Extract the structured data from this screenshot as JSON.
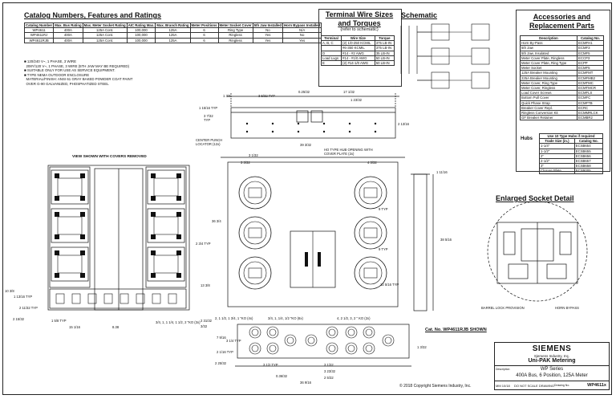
{
  "catalog": {
    "title": "Catalog Numbers, Features and Ratings",
    "headers": [
      "Catalog Number",
      "Max. Bus Rating",
      "Max. Meter Socket Rating",
      "AIC Rating Max.",
      "Max. Branch Rating",
      "Meter Positions",
      "Meter Socket Cover",
      "5th Jaw Installed",
      "Horn Bypass Installed"
    ],
    "rows": [
      [
        "WP4611",
        "400A",
        "125A Cont.",
        "100,000",
        "125A",
        "6",
        "Ring Type",
        "No",
        "N/A"
      ],
      [
        "WP4611RJ",
        "400A",
        "125A Cont.",
        "100,000",
        "125A",
        "6",
        "Ringless",
        "Yes",
        "No"
      ],
      [
        "WP4611RJB",
        "400A",
        "125A Cont.",
        "100,000",
        "125A",
        "6",
        "Ringless",
        "Yes",
        "Yes"
      ]
    ],
    "notes": [
      "■ 120/240 V~, 1 PHASE, 3 WIRE",
      "  208Y/120 V~, 1 PHASE, 3 WIRE (5TH JAW MAY BE REQUIRED)",
      "■ SUITABLE ONLY FOR USE AS SERVICE EQUIPMENT.",
      "■ TYPE NEMA OUTDOOR ENCLOSURE",
      "  MATERIAL/FINISH: ANSI 61 GRAY BAKED POWDER COAT PAINT",
      "  OVER G-90 GALVANIZED, PHOSPHATIZED STEEL"
    ]
  },
  "terminal": {
    "title": "Terminal Wire Sizes and Torques",
    "subtitle": "(refer to schematic)",
    "headers": [
      "Terminal",
      "Wire Size",
      "Torque"
    ],
    "rows": [
      [
        "A, B, C",
        "(2) 1/0-250 KCMIL",
        "375 LB-IN"
      ],
      [
        "",
        "#6-350 KCMIL",
        "375 LB-IN"
      ],
      [
        "D",
        "#14 - #2 AWG",
        "35 LB-IN"
      ],
      [
        "Load Lugs",
        "#14 - #1/0 AWG",
        "50 LB-IN"
      ],
      [
        "E",
        "(2) #14-1/0 AWG",
        "50 LB-IN"
      ]
    ]
  },
  "schematic": {
    "title": "Schematic"
  },
  "parts": {
    "title": "Accessories and Replacement Parts",
    "headers": [
      "Description",
      "Catalog No."
    ],
    "rows": [
      [
        "Horn By-Pass",
        "ECMFH1"
      ],
      [
        "5th Jaw",
        "ECMF3"
      ],
      [
        "5th Jaw, Insulated",
        "ECMF5"
      ],
      [
        "Meter Cover Plate, Ringless",
        "ECCP3"
      ],
      [
        "Meter Cover Plate, Ring Type",
        "ECPP"
      ],
      [
        "Meter Socket",
        "ECMF5"
      ],
      [
        "125A Breaker Mounting",
        "ECMFMT"
      ],
      [
        "225A Breaker Mounting",
        "ECMFMB2"
      ],
      [
        "Meter Cover, Ring Type",
        "ECMTMC"
      ],
      [
        "Meter Cover, Ringless",
        "ECMTMCR"
      ],
      [
        "Load Cover Screws",
        "ECMFLS"
      ],
      [
        "Bottom Pull Cover",
        "ECMFC"
      ],
      [
        "Quick Phase Strap",
        "ECMFTB"
      ],
      [
        "Breaker Cover Repl.",
        "ECRC"
      ],
      [
        "Ringless Conversion Kit",
        "ECMMRLCK"
      ],
      [
        "GF Breaker Retainer",
        "ECMBR2"
      ]
    ],
    "hubs_label": "Hubs",
    "hubs_header": [
      "Use 10 Type Hubs if required",
      "Trade Size (in.)",
      "Catalog No."
    ],
    "hubs_rows": [
      [
        "1-1/4\"",
        "ECSB654"
      ],
      [
        "1-1/2\"",
        "ECSB655"
      ],
      [
        "2\"",
        "ECSB656"
      ],
      [
        "2-1/2\"",
        "ECSB657"
      ],
      [
        "3\"",
        "ECSB658"
      ],
      [
        "Closure Plate",
        "ECSB005"
      ]
    ]
  },
  "labels": {
    "view_removed": "VIEW SHOWN WITH COVERS REMOVED",
    "center_punch": "CENTER PUNCH LOCATOR (12x)",
    "ho_hub": "HO TYPE HUB OPENING WITH COVER PLATE (2x)",
    "enlarged": "Enlarged Socket Detail",
    "barrel_lock": "BARREL LOCK PROVISION",
    "horn_bypass": "HORN BYPASS",
    "cat_shown": "Cat. No. WP4611RJB SHOWN",
    "copyright": "© 2018 Copyright Siemens Industry, Inc."
  },
  "dims": {
    "d1": "1 3/4",
    "d2": "3 5/32 TYP",
    "d3": "0.25/32",
    "d4": "17 1/32",
    "d5": "1 23/32",
    "d6": "1 15/16 TYP",
    "d7": "3 7/32 TYP",
    "d8": "2 13/16",
    "d9": "39 3/32",
    "d10": "3 1/32",
    "d11": "3 3/32",
    "d12": "4 3/32",
    "d13": "1 11/16",
    "d14": "36 3/4",
    "d15": "2 3/4 TYP",
    "d16": "9 TYP",
    "d17": "9 TYP",
    "d18": "12 5/16 TYP",
    "d19": "38 5/16",
    "d20": "10 3/8",
    "d21": "13 3/8",
    "d22": "1 13/16 TYP",
    "d23": "2 11/32 TYP",
    "d24": "2 15/32",
    "d25": "1 5/8 TYP",
    "d26": "15 1/16",
    "d27": "8.38",
    "d28": "2 31/32",
    "d29": "3/32",
    "d30": "3/4, 1, 1 1/4, 1 1/2, 2 \"KO (3x)",
    "d31": "3/4, 1, 1/4, 1/2 \"KO (6x)",
    "d32": "4, 2 1/2, 3, 2 \" KO (2x)",
    "d33": "2, 1 1/2, 1 3/4, 1 \"KO (4x)",
    "d34": "7 9/16",
    "d35": "3 1/4 TYP",
    "d36": "2 1/16 TYP",
    "d37": "2 25/32",
    "d38": "3 1/2 TYP",
    "d39": "3 1/32",
    "d40": "3 23/32",
    "d41": "0.36/32",
    "d42": "2 5/32",
    "d43": "36 9/16",
    "d44": "1 3/32"
  },
  "title_block": {
    "brand": "SIEMENS",
    "company": "Siemens Industry, Inc.",
    "product": "Uni-PAK Metering",
    "desc_label": "Description",
    "series": "WP Series",
    "description": "400A Bus, 6 Position, 125A Meter",
    "date": "MM 10/18",
    "scale": "DO NOT SCALE DRAWING",
    "drawing_label": "Drawing No.",
    "drawing_no": "WP4611x"
  }
}
